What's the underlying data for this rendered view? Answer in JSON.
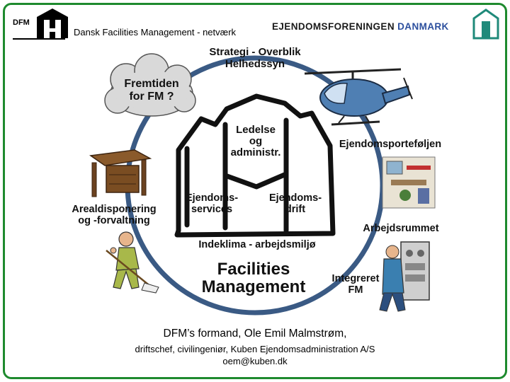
{
  "header": {
    "dfm_logo_text": "DFM",
    "network_label": "Dansk Facilities Management - netværk",
    "org_name_part1": "EJENDOMSFORENINGEN",
    "org_name_part2": "DANMARK"
  },
  "diagram": {
    "top_label_line1": "Strategi - Overblik",
    "top_label_line2": "Helhedssyn",
    "cloud_line1": "Fremtiden",
    "cloud_line2": "for FM ?",
    "house_top_line1": "Ledelse",
    "house_top_line2": "og",
    "house_top_line3": "administr.",
    "house_left_line1": "Ejendoms-",
    "house_left_line2": "services",
    "house_right_line1": "Ejendoms-",
    "house_right_line2": "drift",
    "house_bottom": "Indeklima - arbejdsmiljø",
    "center_title_line1": "Facilities",
    "center_title_line2": "Management",
    "left_label_line1": "Arealdisponering",
    "left_label_line2": "og -forvaltning",
    "right_label_1": "Ejendomsporteføljen",
    "right_label_2": "Arbejdsrummet",
    "right_label_3_line1": "Integreret",
    "right_label_3_line2": "FM"
  },
  "footer": {
    "line1": "DFM’s formand, Ole Emil Malmstrøm,",
    "line2": "driftschef, civilingeniør, Kuben Ejendomsadministration A/S",
    "line3": "oem@kuben.dk"
  },
  "colors": {
    "frame_border": "#1e8a2e",
    "ring": "#3a5a84",
    "org_accent": "#2c4f9e",
    "cloud": "#d9d9d9",
    "helicopter": "#4f7fb3"
  }
}
